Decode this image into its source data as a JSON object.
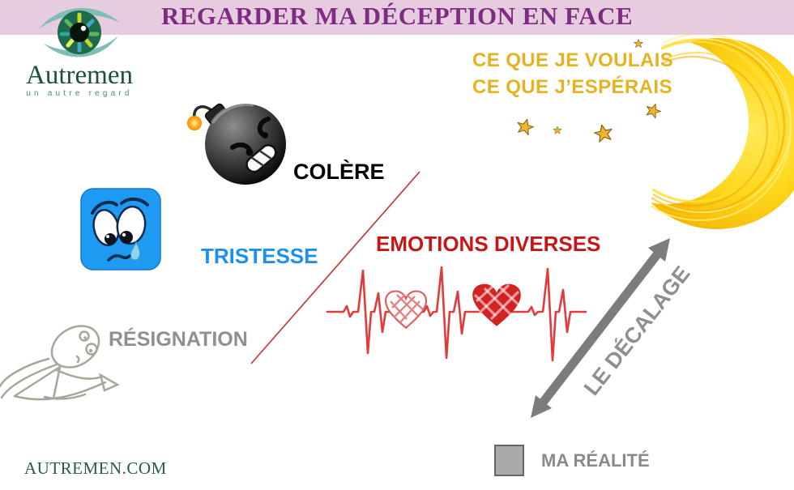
{
  "page": {
    "title": "REGARDER MA DÉCEPTION EN FACE"
  },
  "brand": {
    "name": "Autremen",
    "tagline": "un autre regard",
    "website": "AUTREMEN.COM"
  },
  "expectations": {
    "line1": "CE QUE JE VOULAIS",
    "line2": "CE QUE J’ESPÉRAIS"
  },
  "emotions": {
    "anger": "COLÈRE",
    "sadness": "TRISTESSE",
    "diverse": "EMOTIONS DIVERSES",
    "resignation": "RÉSIGNATION"
  },
  "gap": {
    "label": "LE DÉCALAGE"
  },
  "reality": {
    "label": "MA RÉALITÉ"
  },
  "icons": {
    "logo": "eye-logo",
    "anger": "bomb-angry-emoji",
    "sadness": "crying-blue-square-emoji",
    "diverse": "heartbeat-line-with-hearts",
    "resignation": "slumped-figure-doodle",
    "expectation": "crescent-moon-with-stars",
    "gap": "double-headed-diagonal-arrow",
    "reality": "gray-square-swatch"
  },
  "colors": {
    "banner_bg": "#e7cce0",
    "title": "#7e2c81",
    "gold": "#e5b222",
    "sadness_blue": "#1e8ff2",
    "emotion_red": "#c41717",
    "ekg_red": "#e23b3b",
    "gray": "#8f8f8f",
    "brand_green": "#1d4e43",
    "moon_yellow": "#fecf10"
  }
}
